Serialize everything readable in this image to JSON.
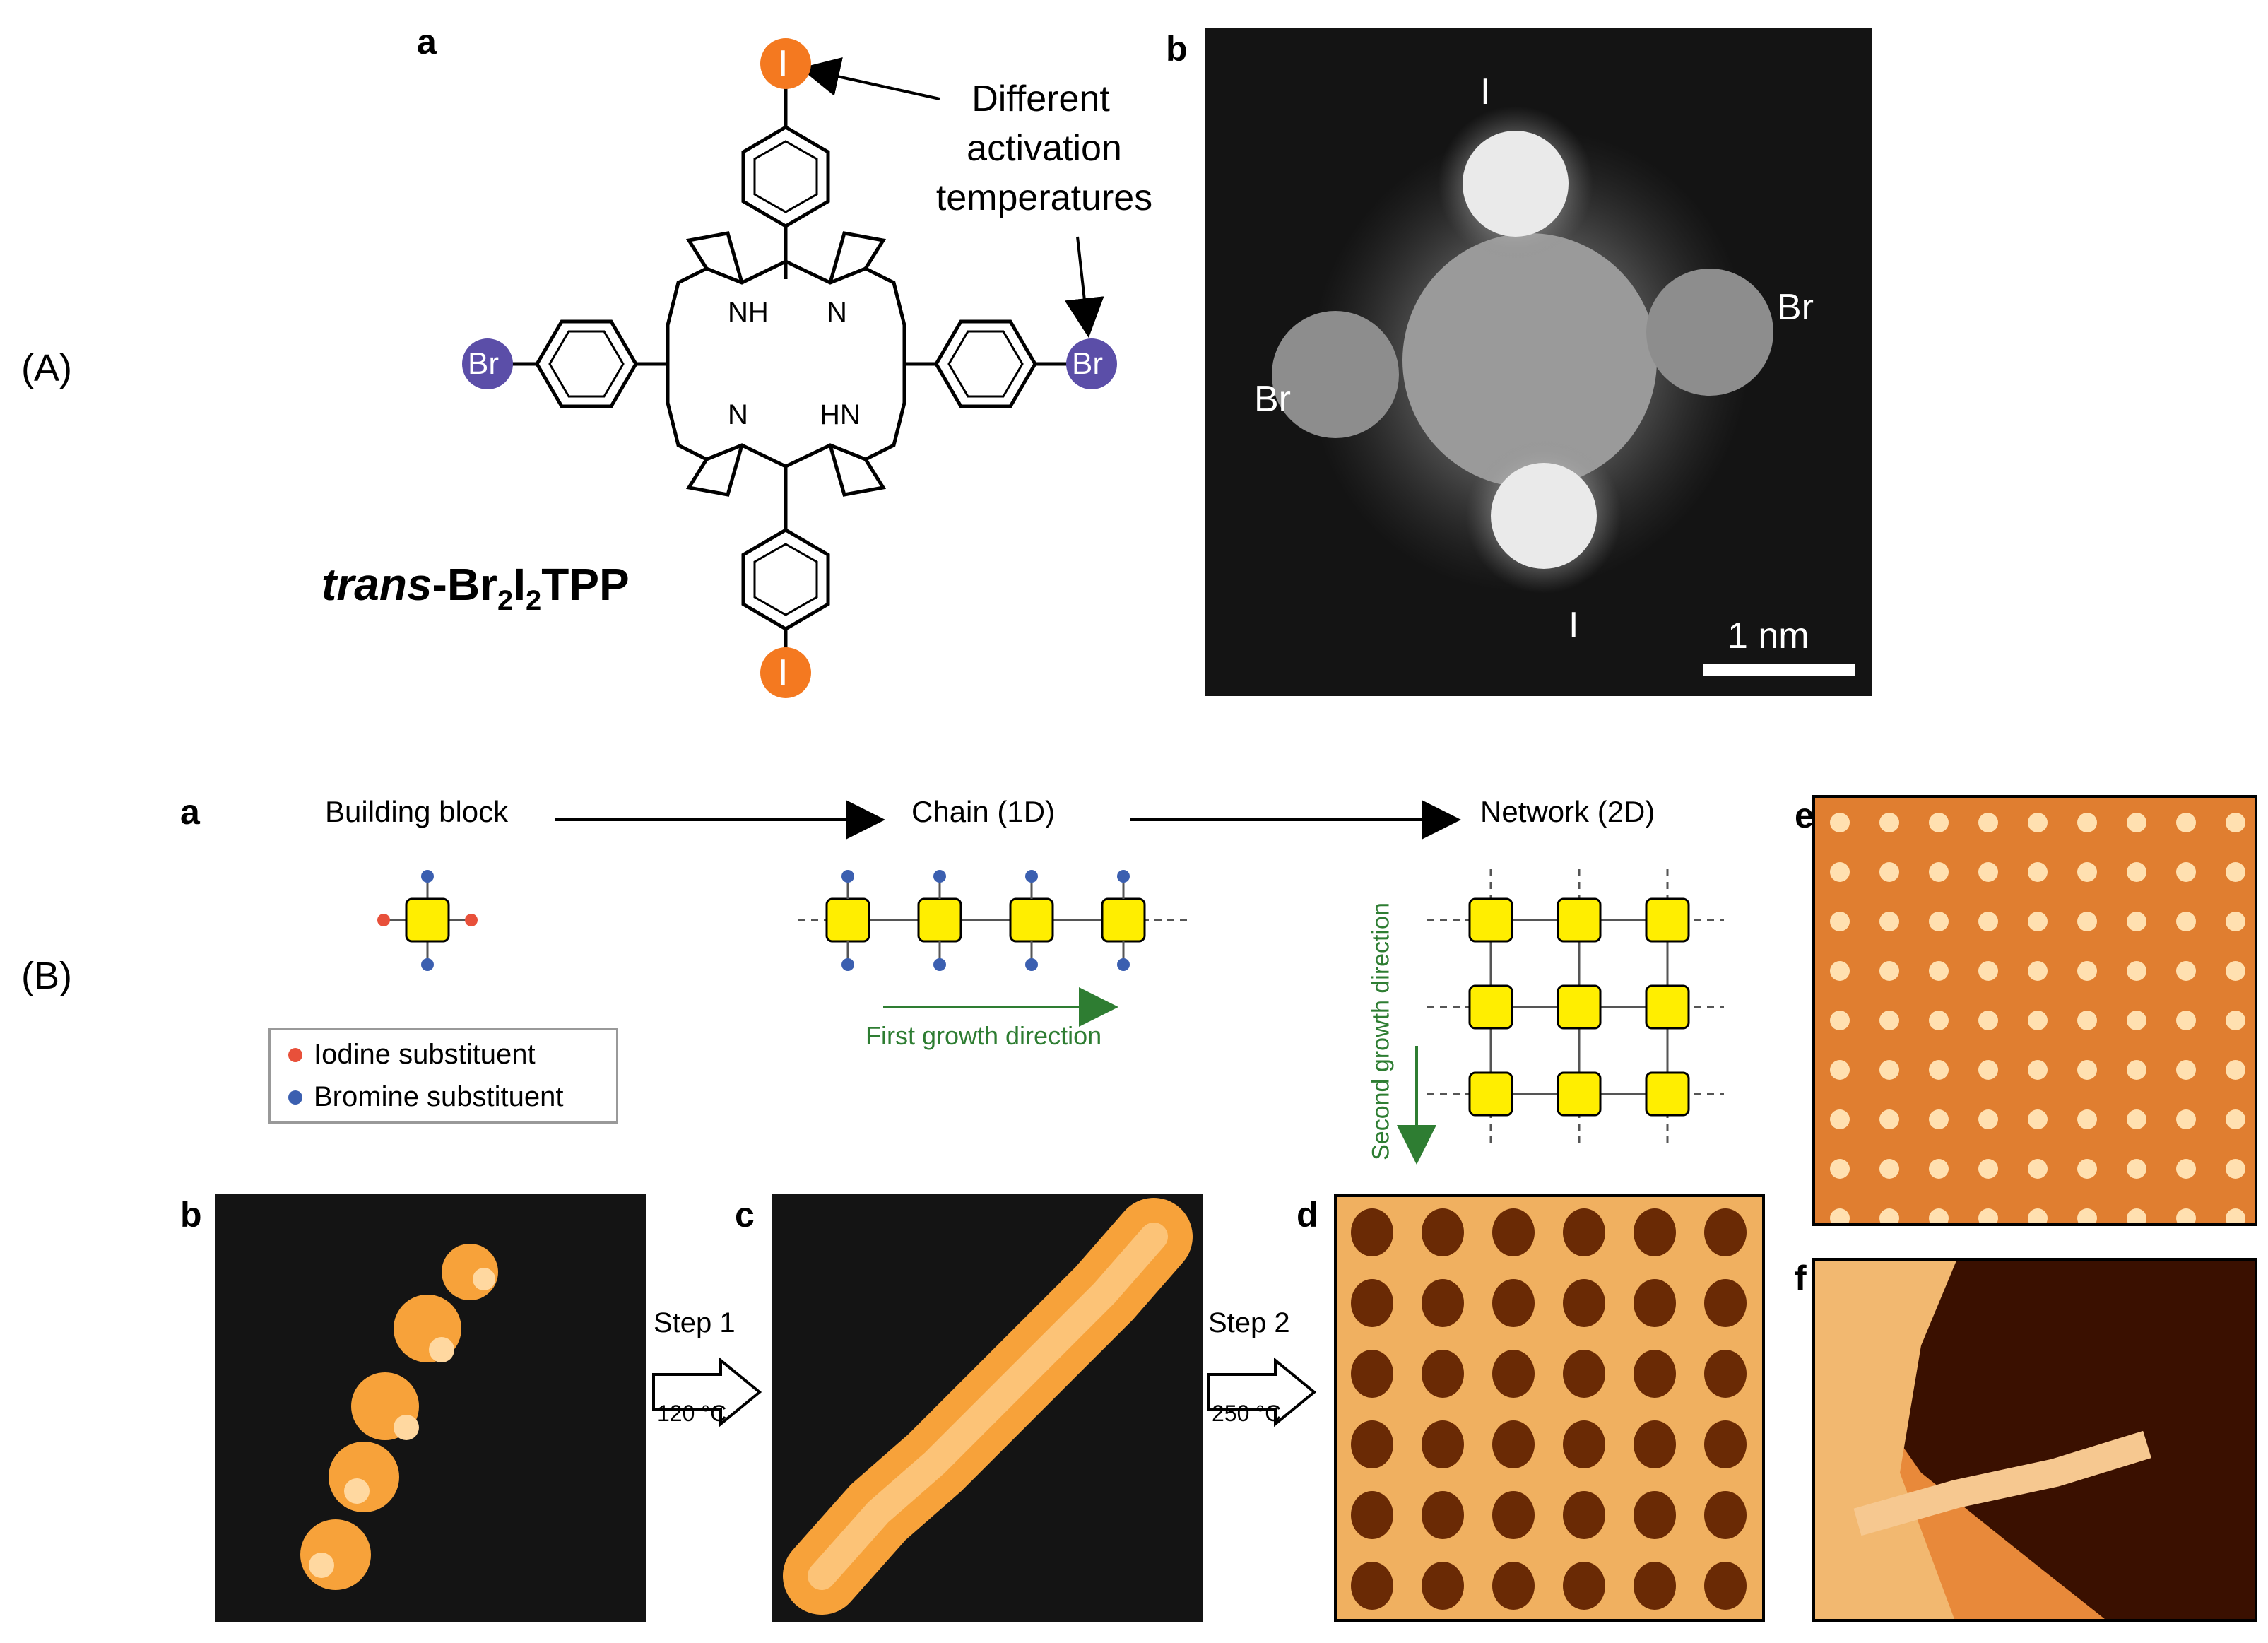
{
  "section_A": {
    "label": "(A)",
    "panel_a": {
      "letter": "a",
      "annotation_lines": [
        "Different",
        "activation",
        "temperatures"
      ],
      "compound_prefix": "trans",
      "compound_rest": "-Br",
      "compound_sub1": "2",
      "compound_mid": "I",
      "compound_sub2": "2",
      "compound_suffix": "TPP",
      "atoms": {
        "iodine": "I",
        "bromine": "Br",
        "nh1": "NH",
        "n1": "N",
        "n2": "N",
        "hn": "HN"
      },
      "colors": {
        "iodine": "#f47920",
        "bromine": "#5b4ea8"
      }
    },
    "panel_b": {
      "letter": "b",
      "labels": {
        "top": "I",
        "bottom": "I",
        "left": "Br",
        "right": "Br"
      },
      "scalebar": "1 nm"
    }
  },
  "section_B": {
    "label": "(B)",
    "panel_a": {
      "letter": "a",
      "stage1": "Building block",
      "stage2": "Chain (1D)",
      "stage3": "Network (2D)",
      "first_growth": "First growth direction",
      "second_growth": "Second growth direction",
      "legend": [
        {
          "text": "Iodine substituent",
          "color": "#e8503a"
        },
        {
          "text": "Bromine substituent",
          "color": "#3b5fb0"
        }
      ],
      "block_color": "#ffee00",
      "growth_color": "#2e7d32"
    },
    "panel_b": {
      "letter": "b"
    },
    "panel_c": {
      "letter": "c"
    },
    "panel_d": {
      "letter": "d"
    },
    "panel_e": {
      "letter": "e"
    },
    "panel_f": {
      "letter": "f"
    },
    "step1": {
      "label": "Step 1",
      "temp": "120 °C"
    },
    "step2": {
      "label": "Step 2",
      "temp": "250 °C"
    }
  }
}
